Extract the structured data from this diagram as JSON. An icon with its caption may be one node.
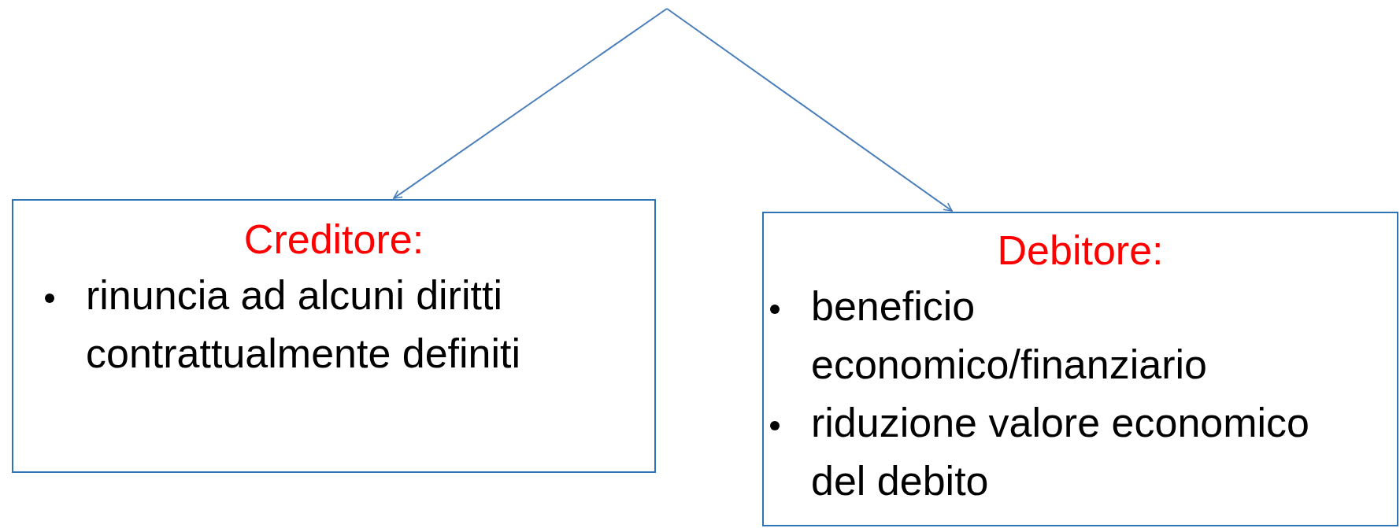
{
  "diagram": {
    "nodes": [
      {
        "text": [
          "Creditore:",
          "rinuncia ad alcuni diritti contrattualmente definiti"
        ]
      },
      {
        "text": [
          "Debitore:",
          "beneficio economico/finanziario",
          "riduzione valore economico del debito"
        ]
      }
    ],
    "edges": [
      {
        "from": null,
        "to": 0,
        "arrow": "to"
      },
      {
        "from": null,
        "to": 1,
        "arrow": "to"
      }
    ]
  }
}
